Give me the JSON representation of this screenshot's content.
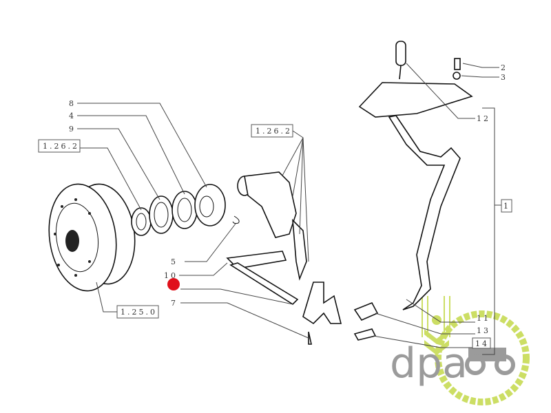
{
  "diagram": {
    "callouts": {
      "c8": "8",
      "c4": "4",
      "c9": "9",
      "ref_left": "1.26.2",
      "ref_top": "1.26.2",
      "ref_bottom": "1.25.0",
      "c5": "5",
      "c10": "10",
      "c7": "7",
      "c2": "2",
      "c3": "3",
      "c12": "12",
      "c1": "1",
      "c11": "11",
      "c13": "13",
      "c14": "14"
    },
    "marker_color": "#e0101a"
  },
  "watermark": {
    "text": "dpa",
    "accent_color": "#c4d94a",
    "text_color": "#8a8a8a"
  }
}
